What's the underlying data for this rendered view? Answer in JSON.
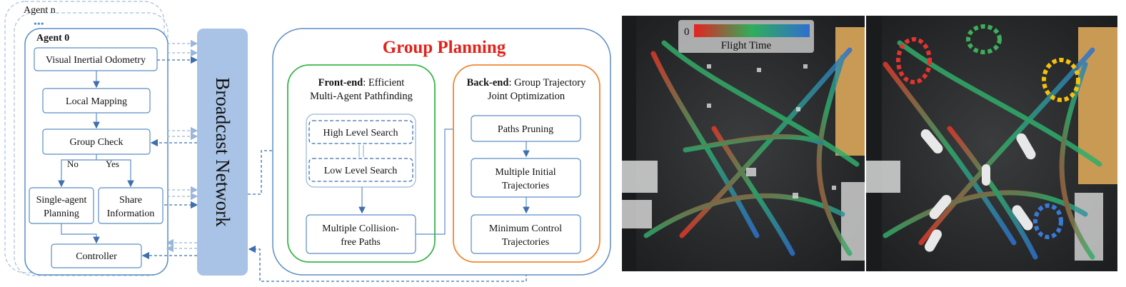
{
  "agents": {
    "back_label": "Agent n",
    "ellipsis": "•••",
    "front_label": "Agent 0",
    "modules": {
      "vio": "Visual Inertial Odometry",
      "mapping": "Local Mapping",
      "group_check": "Group Check",
      "branch_no": "No",
      "branch_yes": "Yes",
      "single_line1": "Single-agent",
      "single_line2": "Planning",
      "share_line1": "Share",
      "share_line2": "Information",
      "controller": "Controller"
    }
  },
  "network": {
    "label": "Broadcast Network"
  },
  "group_planning": {
    "title": "Group Planning",
    "front_end": {
      "title_bold": "Front-end",
      "title_rest": ": Efficient",
      "title_line2": "Multi-Agent Pathfinding",
      "high_level": "High Level Search",
      "low_level": "Low Level Search",
      "paths_line1": "Multiple Collision-",
      "paths_line2": "free Paths"
    },
    "back_end": {
      "title_bold": "Back-end",
      "title_rest": ": Group Trajectory",
      "title_line2": "Joint Optimization",
      "pruning": "Paths Pruning",
      "initial_line1": "Multiple Initial",
      "initial_line2": "Trajectories",
      "minimum_line1": "Minimum Control",
      "minimum_line2": "Trajectories"
    }
  },
  "photos": {
    "colorbar_zero": "0",
    "colorbar_label": "Flight Time"
  },
  "colors": {
    "agent_border": "#5b8ec5",
    "network_fill": "#a9c3e6",
    "title_red": "#e32119",
    "front_end_green": "#3ab54a",
    "back_end_orange": "#f08732"
  }
}
